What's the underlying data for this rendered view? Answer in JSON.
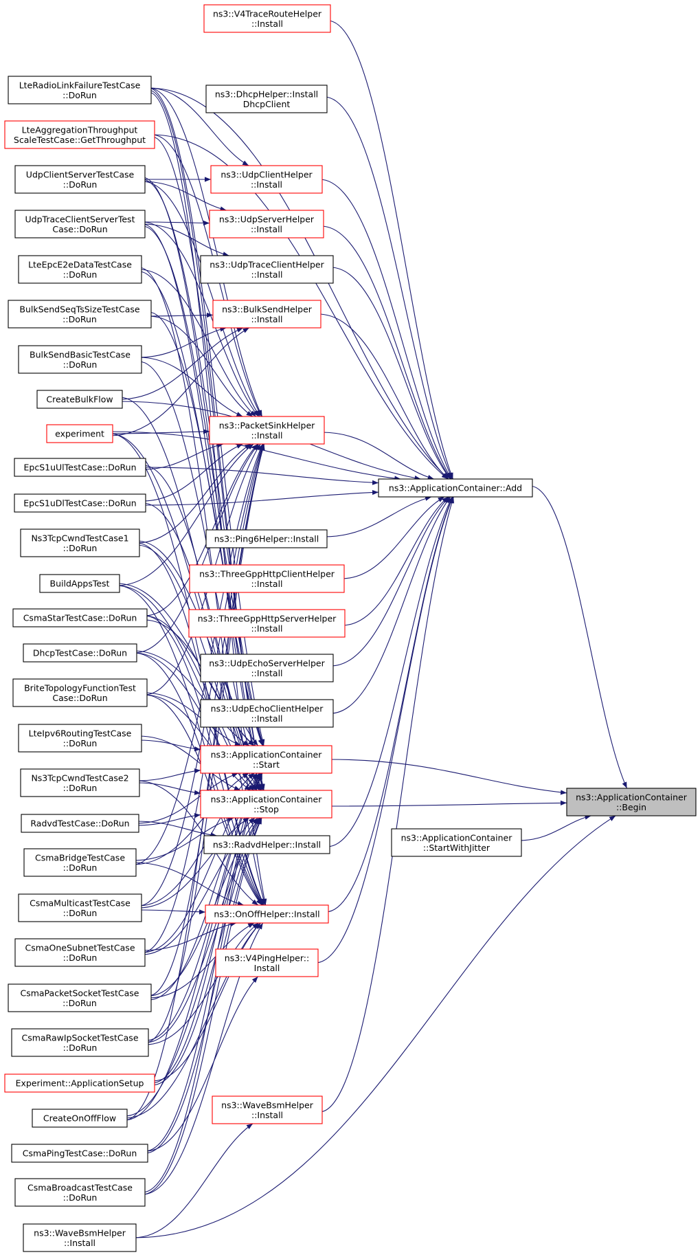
{
  "colors": {
    "edge": "#191970",
    "border_normal": "#000000",
    "border_link": "#ff0000",
    "root_fill": "#bfbfbf",
    "node_fill": "#ffffff"
  },
  "nodes": [
    {
      "id": "begin",
      "lines": [
        "ns3::ApplicationContainer",
        "::Begin"
      ],
      "style": "root"
    },
    {
      "id": "add",
      "lines": [
        "ns3::ApplicationContainer::Add"
      ],
      "style": "normal"
    },
    {
      "id": "startjitter",
      "lines": [
        "ns3::ApplicationContainer",
        "::StartWithJitter"
      ],
      "style": "normal"
    },
    {
      "id": "start",
      "lines": [
        "ns3::ApplicationContainer",
        "::Start"
      ],
      "style": "red"
    },
    {
      "id": "stop",
      "lines": [
        "ns3::ApplicationContainer",
        "::Stop"
      ],
      "style": "red"
    },
    {
      "id": "v4trace",
      "lines": [
        "ns3::V4TraceRouteHelper",
        "::Install"
      ],
      "style": "red"
    },
    {
      "id": "dhcph",
      "lines": [
        "ns3::DhcpHelper::Install",
        "DhcpClient"
      ],
      "style": "normal"
    },
    {
      "id": "udpclienth",
      "lines": [
        "ns3::UdpClientHelper",
        "::Install"
      ],
      "style": "red"
    },
    {
      "id": "udpserverh",
      "lines": [
        "ns3::UdpServerHelper",
        "::Install"
      ],
      "style": "red"
    },
    {
      "id": "udptraceh",
      "lines": [
        "ns3::UdpTraceClientHelper",
        "::Install"
      ],
      "style": "normal"
    },
    {
      "id": "bulkh",
      "lines": [
        "ns3::BulkSendHelper",
        "::Install"
      ],
      "style": "red"
    },
    {
      "id": "sinkh",
      "lines": [
        "ns3::PacketSinkHelper",
        "::Install"
      ],
      "style": "red"
    },
    {
      "id": "ping6h",
      "lines": [
        "ns3::Ping6Helper::Install"
      ],
      "style": "normal"
    },
    {
      "id": "httpclienth",
      "lines": [
        "ns3::ThreeGppHttpClientHelper",
        "::Install"
      ],
      "style": "red"
    },
    {
      "id": "httpserverh",
      "lines": [
        "ns3::ThreeGppHttpServerHelper",
        "::Install"
      ],
      "style": "red"
    },
    {
      "id": "echoserverh",
      "lines": [
        "ns3::UdpEchoServerHelper",
        "::Install"
      ],
      "style": "normal"
    },
    {
      "id": "echoclienth",
      "lines": [
        "ns3::UdpEchoClientHelper",
        "::Install"
      ],
      "style": "normal"
    },
    {
      "id": "radvdh",
      "lines": [
        "ns3::RadvdHelper::Install"
      ],
      "style": "normal"
    },
    {
      "id": "onoffh",
      "lines": [
        "ns3::OnOffHelper::Install"
      ],
      "style": "red"
    },
    {
      "id": "v4pingh",
      "lines": [
        "ns3::V4PingHelper::",
        "Install"
      ],
      "style": "red"
    },
    {
      "id": "wavebsmR",
      "lines": [
        "ns3::WaveBsmHelper",
        "::Install"
      ],
      "style": "red"
    },
    {
      "id": "lterlf",
      "lines": [
        "LteRadioLinkFailureTestCase",
        "::DoRun"
      ],
      "style": "normal"
    },
    {
      "id": "lteagg",
      "lines": [
        "LteAggregationThroughput",
        "ScaleTestCase::GetThroughput"
      ],
      "style": "red"
    },
    {
      "id": "udpcs",
      "lines": [
        "UdpClientServerTestCase",
        "::DoRun"
      ],
      "style": "normal"
    },
    {
      "id": "udptcs",
      "lines": [
        "UdpTraceClientServerTest",
        "Case::DoRun"
      ],
      "style": "normal"
    },
    {
      "id": "lteepc",
      "lines": [
        "LteEpcE2eDataTestCase",
        "::DoRun"
      ],
      "style": "normal"
    },
    {
      "id": "bulkseq",
      "lines": [
        "BulkSendSeqTsSizeTestCase",
        "::DoRun"
      ],
      "style": "normal"
    },
    {
      "id": "bulkbasic",
      "lines": [
        "BulkSendBasicTestCase",
        "::DoRun"
      ],
      "style": "normal"
    },
    {
      "id": "createbulk",
      "lines": [
        "CreateBulkFlow"
      ],
      "style": "normal"
    },
    {
      "id": "experiment",
      "lines": [
        "experiment"
      ],
      "style": "red"
    },
    {
      "id": "epcul",
      "lines": [
        "EpcS1uUlTestCase::DoRun"
      ],
      "style": "normal"
    },
    {
      "id": "epcdl",
      "lines": [
        "EpcS1uDlTestCase::DoRun"
      ],
      "style": "normal"
    },
    {
      "id": "tcpcwnd1",
      "lines": [
        "Ns3TcpCwndTestCase1",
        "::DoRun"
      ],
      "style": "normal"
    },
    {
      "id": "buildapps",
      "lines": [
        "BuildAppsTest"
      ],
      "style": "normal"
    },
    {
      "id": "csmastar",
      "lines": [
        "CsmaStarTestCase::DoRun"
      ],
      "style": "normal"
    },
    {
      "id": "dhcptc",
      "lines": [
        "DhcpTestCase::DoRun"
      ],
      "style": "normal"
    },
    {
      "id": "brite",
      "lines": [
        "BriteTopologyFunctionTest",
        "Case::DoRun"
      ],
      "style": "normal"
    },
    {
      "id": "lteipv6",
      "lines": [
        "LteIpv6RoutingTestCase",
        "::DoRun"
      ],
      "style": "normal"
    },
    {
      "id": "tcpcwnd2",
      "lines": [
        "Ns3TcpCwndTestCase2",
        "::DoRun"
      ],
      "style": "normal"
    },
    {
      "id": "radvdtc",
      "lines": [
        "RadvdTestCase::DoRun"
      ],
      "style": "normal"
    },
    {
      "id": "csmabridge",
      "lines": [
        "CsmaBridgeTestCase",
        "::DoRun"
      ],
      "style": "normal"
    },
    {
      "id": "csmamulti",
      "lines": [
        "CsmaMulticastTestCase",
        "::DoRun"
      ],
      "style": "normal"
    },
    {
      "id": "csmaone",
      "lines": [
        "CsmaOneSubnetTestCase",
        "::DoRun"
      ],
      "style": "normal"
    },
    {
      "id": "csmapacket",
      "lines": [
        "CsmaPacketSocketTestCase",
        "::DoRun"
      ],
      "style": "normal"
    },
    {
      "id": "csmarawip",
      "lines": [
        "CsmaRawIpSocketTestCase",
        "::DoRun"
      ],
      "style": "normal"
    },
    {
      "id": "expapp",
      "lines": [
        "Experiment::ApplicationSetup"
      ],
      "style": "red"
    },
    {
      "id": "createonoff",
      "lines": [
        "CreateOnOffFlow"
      ],
      "style": "normal"
    },
    {
      "id": "csmaping",
      "lines": [
        "CsmaPingTestCase::DoRun"
      ],
      "style": "normal"
    },
    {
      "id": "csmabcast",
      "lines": [
        "CsmaBroadcastTestCase",
        "::DoRun"
      ],
      "style": "normal"
    },
    {
      "id": "wavebsmL",
      "lines": [
        "ns3::WaveBsmHelper",
        "::Install"
      ],
      "style": "normal"
    }
  ],
  "edges": [
    [
      "add",
      "begin"
    ],
    [
      "start",
      "begin"
    ],
    [
      "stop",
      "begin"
    ],
    [
      "startjitter",
      "begin"
    ],
    [
      "wavebsmL",
      "begin"
    ],
    [
      "v4trace",
      "add"
    ],
    [
      "dhcph",
      "add"
    ],
    [
      "udpclienth",
      "add"
    ],
    [
      "udpserverh",
      "add"
    ],
    [
      "udptraceh",
      "add"
    ],
    [
      "bulkh",
      "add"
    ],
    [
      "sinkh",
      "add"
    ],
    [
      "ping6h",
      "add"
    ],
    [
      "httpclienth",
      "add"
    ],
    [
      "httpserverh",
      "add"
    ],
    [
      "echoserverh",
      "add"
    ],
    [
      "echoclienth",
      "add"
    ],
    [
      "radvdh",
      "add"
    ],
    [
      "onoffh",
      "add"
    ],
    [
      "v4pingh",
      "add"
    ],
    [
      "wavebsmR",
      "add"
    ],
    [
      "lterlf",
      "add"
    ],
    [
      "lteagg",
      "add"
    ],
    [
      "createbulk",
      "add"
    ],
    [
      "experiment",
      "add"
    ],
    [
      "epcul",
      "add"
    ],
    [
      "epcdl",
      "add"
    ],
    [
      "lterlf",
      "udpclienth"
    ],
    [
      "udpcs",
      "udpclienth"
    ],
    [
      "udpcs",
      "udpserverh"
    ],
    [
      "udptcs",
      "udpserverh"
    ],
    [
      "udptcs",
      "udptraceh"
    ],
    [
      "bulkseq",
      "bulkh"
    ],
    [
      "bulkbasic",
      "bulkh"
    ],
    [
      "createbulk",
      "bulkh"
    ],
    [
      "experiment",
      "bulkh"
    ],
    [
      "lterlf",
      "sinkh"
    ],
    [
      "lteagg",
      "sinkh"
    ],
    [
      "udpcs",
      "sinkh"
    ],
    [
      "udptcs",
      "sinkh"
    ],
    [
      "lteepc",
      "sinkh"
    ],
    [
      "bulkseq",
      "sinkh"
    ],
    [
      "bulkbasic",
      "sinkh"
    ],
    [
      "experiment",
      "sinkh"
    ],
    [
      "epcul",
      "sinkh"
    ],
    [
      "epcdl",
      "sinkh"
    ],
    [
      "tcpcwnd1",
      "sinkh"
    ],
    [
      "buildapps",
      "sinkh"
    ],
    [
      "csmastar",
      "sinkh"
    ],
    [
      "dhcptc",
      "sinkh"
    ],
    [
      "brite",
      "sinkh"
    ],
    [
      "csmamulti",
      "sinkh"
    ],
    [
      "csmaone",
      "sinkh"
    ],
    [
      "csmabridge",
      "sinkh"
    ],
    [
      "csmapacket",
      "sinkh"
    ],
    [
      "csmarawip",
      "sinkh"
    ],
    [
      "createonoff",
      "sinkh"
    ],
    [
      "lterlf",
      "start"
    ],
    [
      "udpcs",
      "start"
    ],
    [
      "udptcs",
      "start"
    ],
    [
      "bulkseq",
      "start"
    ],
    [
      "buildapps",
      "start"
    ],
    [
      "csmastar",
      "start"
    ],
    [
      "dhcptc",
      "start"
    ],
    [
      "brite",
      "start"
    ],
    [
      "lteipv6",
      "start"
    ],
    [
      "tcpcwnd2",
      "start"
    ],
    [
      "radvdtc",
      "start"
    ],
    [
      "csmabridge",
      "start"
    ],
    [
      "csmamulti",
      "start"
    ],
    [
      "csmaone",
      "start"
    ],
    [
      "csmapacket",
      "start"
    ],
    [
      "csmarawip",
      "start"
    ],
    [
      "expapp",
      "start"
    ],
    [
      "createonoff",
      "start"
    ],
    [
      "csmaping",
      "start"
    ],
    [
      "csmabcast",
      "start"
    ],
    [
      "lteepc",
      "start"
    ],
    [
      "tcpcwnd1",
      "start"
    ],
    [
      "lterlf",
      "stop"
    ],
    [
      "lteagg",
      "stop"
    ],
    [
      "udpcs",
      "stop"
    ],
    [
      "udptcs",
      "stop"
    ],
    [
      "bulkbasic",
      "stop"
    ],
    [
      "createbulk",
      "stop"
    ],
    [
      "experiment",
      "stop"
    ],
    [
      "buildapps",
      "stop"
    ],
    [
      "csmastar",
      "stop"
    ],
    [
      "dhcptc",
      "stop"
    ],
    [
      "brite",
      "stop"
    ],
    [
      "lteipv6",
      "stop"
    ],
    [
      "tcpcwnd2",
      "stop"
    ],
    [
      "radvdtc",
      "stop"
    ],
    [
      "csmabridge",
      "stop"
    ],
    [
      "csmamulti",
      "stop"
    ],
    [
      "csmaone",
      "stop"
    ],
    [
      "csmapacket",
      "stop"
    ],
    [
      "csmarawip",
      "stop"
    ],
    [
      "expapp",
      "stop"
    ],
    [
      "createonoff",
      "stop"
    ],
    [
      "csmaping",
      "stop"
    ],
    [
      "csmabcast",
      "stop"
    ],
    [
      "epcul",
      "stop"
    ],
    [
      "epcdl",
      "stop"
    ],
    [
      "tcpcwnd1",
      "stop"
    ],
    [
      "radvdtc",
      "radvdh"
    ],
    [
      "tcpcwnd1",
      "onoffh"
    ],
    [
      "buildapps",
      "onoffh"
    ],
    [
      "csmastar",
      "onoffh"
    ],
    [
      "dhcptc",
      "onoffh"
    ],
    [
      "brite",
      "onoffh"
    ],
    [
      "tcpcwnd2",
      "onoffh"
    ],
    [
      "csmabridge",
      "onoffh"
    ],
    [
      "csmamulti",
      "onoffh"
    ],
    [
      "csmaone",
      "onoffh"
    ],
    [
      "csmapacket",
      "onoffh"
    ],
    [
      "csmarawip",
      "onoffh"
    ],
    [
      "expapp",
      "onoffh"
    ],
    [
      "createonoff",
      "onoffh"
    ],
    [
      "csmabcast",
      "onoffh"
    ],
    [
      "lteepc",
      "onoffh"
    ],
    [
      "experiment",
      "onoffh"
    ],
    [
      "lterlf",
      "onoffh"
    ],
    [
      "csmaping",
      "v4pingh"
    ],
    [
      "wavebsmL",
      "wavebsmR"
    ]
  ]
}
